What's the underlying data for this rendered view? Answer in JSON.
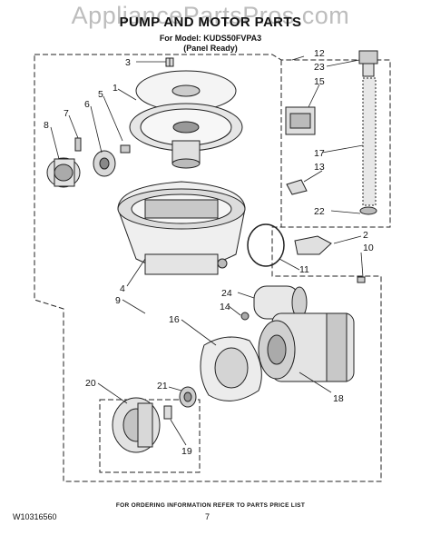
{
  "header": {
    "watermark": "AppliancePartsPros.com",
    "title": "PUMP AND MOTOR PARTS",
    "model_line": "For Model: KUDS50FVPA3",
    "panel_line": "(Panel Ready)"
  },
  "footer": {
    "ordering_note": "FOR ORDERING INFORMATION REFER TO PARTS PRICE LIST",
    "doc_number": "W10316560",
    "page_number": "7"
  },
  "callouts": [
    "1",
    "2",
    "3",
    "4",
    "5",
    "6",
    "7",
    "8",
    "9",
    "10",
    "11",
    "12",
    "13",
    "14",
    "15",
    "16",
    "17",
    "18",
    "19",
    "20",
    "21",
    "22",
    "23",
    "24"
  ]
}
